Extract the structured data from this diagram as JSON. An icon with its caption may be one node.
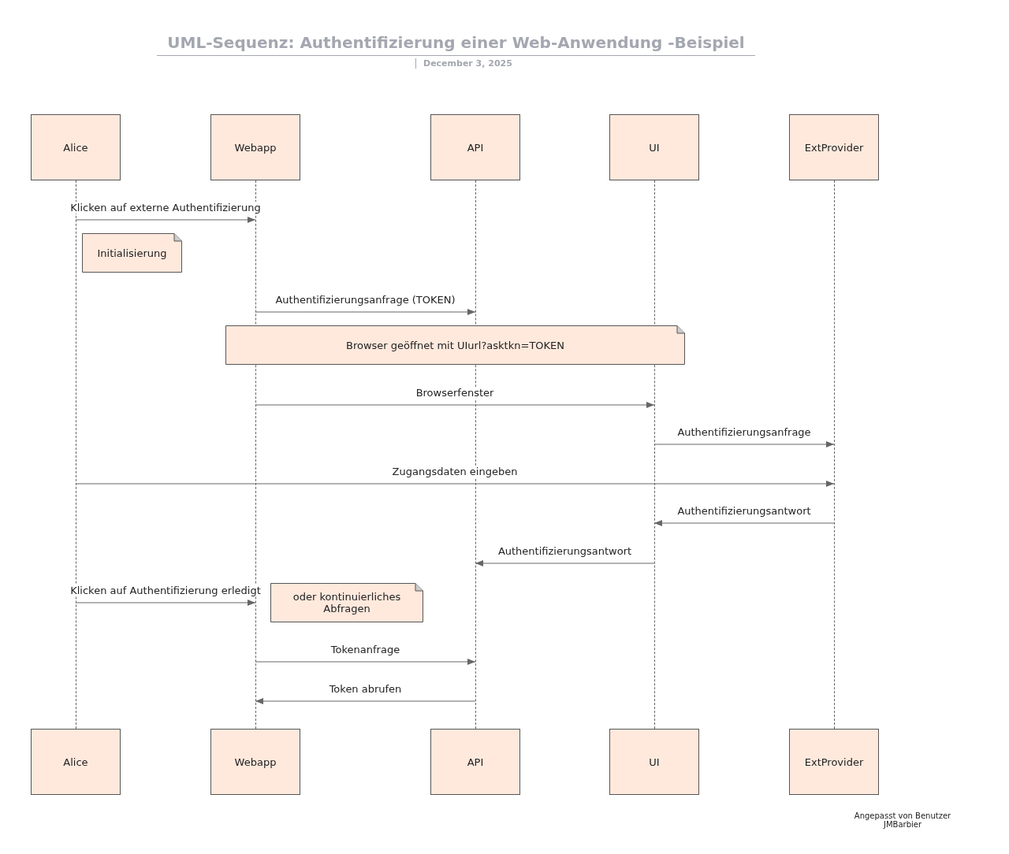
{
  "diagram": {
    "title": "UML-Sequenz: Authentifizierung einer Web-Anwendung -Beispiel",
    "nodes": [
      {
        "text": [
          "Alice"
        ]
      },
      {
        "text": [
          "Webapp"
        ]
      },
      {
        "text": [
          "API"
        ]
      },
      {
        "text": [
          "UI"
        ]
      },
      {
        "text": [
          "ExtProvider"
        ]
      },
      {
        "text": [],
        "shape": "line"
      },
      {
        "text": [],
        "shape": "line"
      },
      {
        "text": [],
        "shape": "line"
      },
      {
        "text": [],
        "shape": "line"
      },
      {
        "text": [],
        "shape": "line"
      },
      {
        "text": [
          "Initialisierung"
        ]
      },
      {
        "text": [
          "Browser geöffnet mit UIurl?asktkn=TOKEN"
        ]
      },
      {
        "text": [
          "oder kontinuierliches Abfragen"
        ]
      },
      {
        "text": [
          "Alice"
        ]
      },
      {
        "text": [
          "Webapp"
        ]
      },
      {
        "text": [
          "API"
        ]
      },
      {
        "text": [
          "UI"
        ]
      },
      {
        "text": [
          "ExtProvider"
        ]
      }
    ],
    "edges": [
      {
        "from": 5,
        "to": 6,
        "arrow": "to",
        "label": "Klicken auf externe Authentifizierung"
      },
      {
        "from": 6,
        "to": 7,
        "arrow": "to",
        "label": "Authentifizierungsanfrage (TOKEN)"
      },
      {
        "from": 6,
        "to": 8,
        "arrow": "to",
        "label": "Browserfenster"
      },
      {
        "from": 8,
        "to": 9,
        "arrow": "to",
        "label": "Authentifizierungsanfrage"
      },
      {
        "from": 5,
        "to": 9,
        "arrow": "to",
        "label": "Zugangsdaten eingeben"
      },
      {
        "from": 9,
        "to": 8,
        "arrow": "to",
        "label": "Authentifizierungsantwort"
      },
      {
        "from": 8,
        "to": 7,
        "arrow": "to",
        "label": "Authentifizierungsantwort"
      },
      {
        "from": 5,
        "to": 6,
        "arrow": "to",
        "label": "Klicken auf Authentifizierung erledigt"
      },
      {
        "from": 6,
        "to": 7,
        "arrow": "to",
        "label": "Tokenanfrage"
      },
      {
        "from": 7,
        "to": 6,
        "arrow": "to",
        "label": "Token abrufen"
      }
    ],
    "labels": [
      "December 3, 2025",
      "Angepasst von Benutzer JMBarbier"
    ]
  }
}
